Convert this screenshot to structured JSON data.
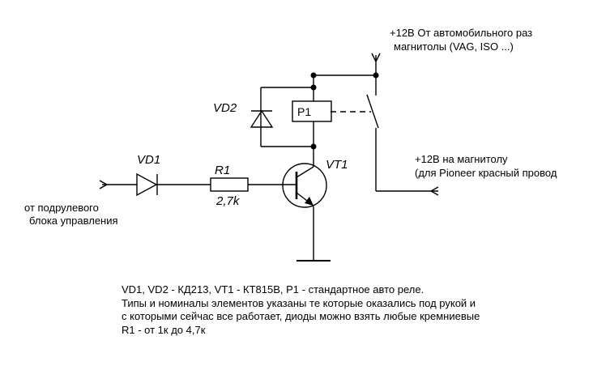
{
  "labels": {
    "supply_line1": "+12В От автомобильного раз",
    "supply_line2": "магнитолы (VAG, ISO ...)",
    "output_line1": "+12В на магнитолу",
    "output_line2": "(для Pioneer красный провод",
    "input_line1": "от подрулевого",
    "input_line2": "блока управления"
  },
  "components": {
    "vd1": "VD1",
    "vd2": "VD2",
    "r1": "R1",
    "r1_value": "2,7k",
    "vt1": "VT1",
    "p1": "P1"
  },
  "notes": [
    "VD1, VD2 -  КД213, VT1 - КТ815В, Р1 - стандартное авто реле.",
    "Типы и номиналы элементов указаны те которые оказались под рукой и",
    " с которыми сейчас все работает, диоды можно взять любые кремниевые",
    "R1 - от 1к до 4,7к"
  ]
}
